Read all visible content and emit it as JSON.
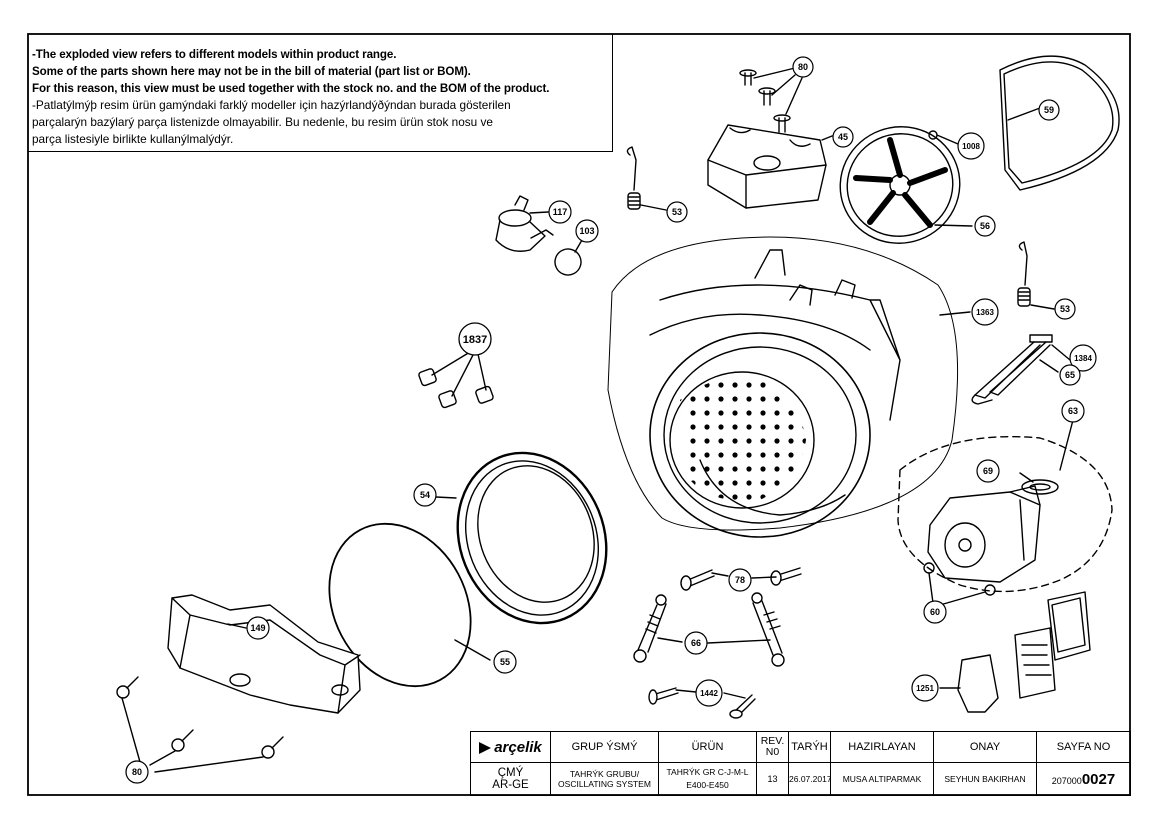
{
  "notice": {
    "line1": "-The exploded view refers to different models within product range.",
    "line2": "Some of the parts shown here may not be in the bill of material (part list or BOM).",
    "line3": "For this reason, this view must be used together with the stock no. and the BOM of the product.",
    "line4": "-Patlatýlmýþ resim ürün gamýndaki farklý modeller için hazýrlandýðýndan burada gösterilen",
    "line5": "parçalarýn bazýlarý parça listenizde olmayabilir. Bu nedenle, bu resim ürün stok nosu ve",
    "line6": "parça listesiyle birlikte kullanýlmalýdýr."
  },
  "callouts": [
    {
      "id": "c80a",
      "label": "80"
    },
    {
      "id": "c45",
      "label": "45"
    },
    {
      "id": "c1008",
      "label": "1008"
    },
    {
      "id": "c59",
      "label": "59"
    },
    {
      "id": "c53a",
      "label": "53"
    },
    {
      "id": "c117",
      "label": "117"
    },
    {
      "id": "c103",
      "label": "103"
    },
    {
      "id": "c56",
      "label": "56"
    },
    {
      "id": "c53b",
      "label": "53"
    },
    {
      "id": "c1363",
      "label": "1363"
    },
    {
      "id": "c1837",
      "label": "1837"
    },
    {
      "id": "c1384",
      "label": "1384"
    },
    {
      "id": "c65",
      "label": "65"
    },
    {
      "id": "c63",
      "label": "63"
    },
    {
      "id": "c69",
      "label": "69"
    },
    {
      "id": "c54",
      "label": "54"
    },
    {
      "id": "c78",
      "label": "78"
    },
    {
      "id": "c60",
      "label": "60"
    },
    {
      "id": "c149",
      "label": "149"
    },
    {
      "id": "c66",
      "label": "66"
    },
    {
      "id": "c55",
      "label": "55"
    },
    {
      "id": "c1251",
      "label": "1251"
    },
    {
      "id": "c1442",
      "label": "1442"
    },
    {
      "id": "c80b",
      "label": "80"
    }
  ],
  "titleblock": {
    "logo": "arçelik",
    "grup_label": "GRUP ÝSMÝ",
    "urun_label": "ÜRÜN",
    "rev_label": "REV. N0",
    "tarih_label": "TARÝH",
    "hazirlayan_label": "HAZIRLAYAN",
    "onay_label": "ONAY",
    "sayfa_label": "SAYFA NO",
    "cmy_line1": "ÇMÝ",
    "cmy_line2": "AR-GE",
    "grup_value_line1": "TAHRÝK GRUBU/",
    "grup_value_line2": "OSCILLATING SYSTEM",
    "urun_value_line1": "TAHRÝK GR C-J-M-L",
    "urun_value_line2": "E400-E450",
    "rev_value": "13",
    "tarih_value": "26.07.2017",
    "hazirlayan_value": "MUSA ALTIPARMAK",
    "onay_value": "SEYHUN BAKIRHAN",
    "sayfa_prefix": "207000",
    "sayfa_suffix": "0027"
  }
}
